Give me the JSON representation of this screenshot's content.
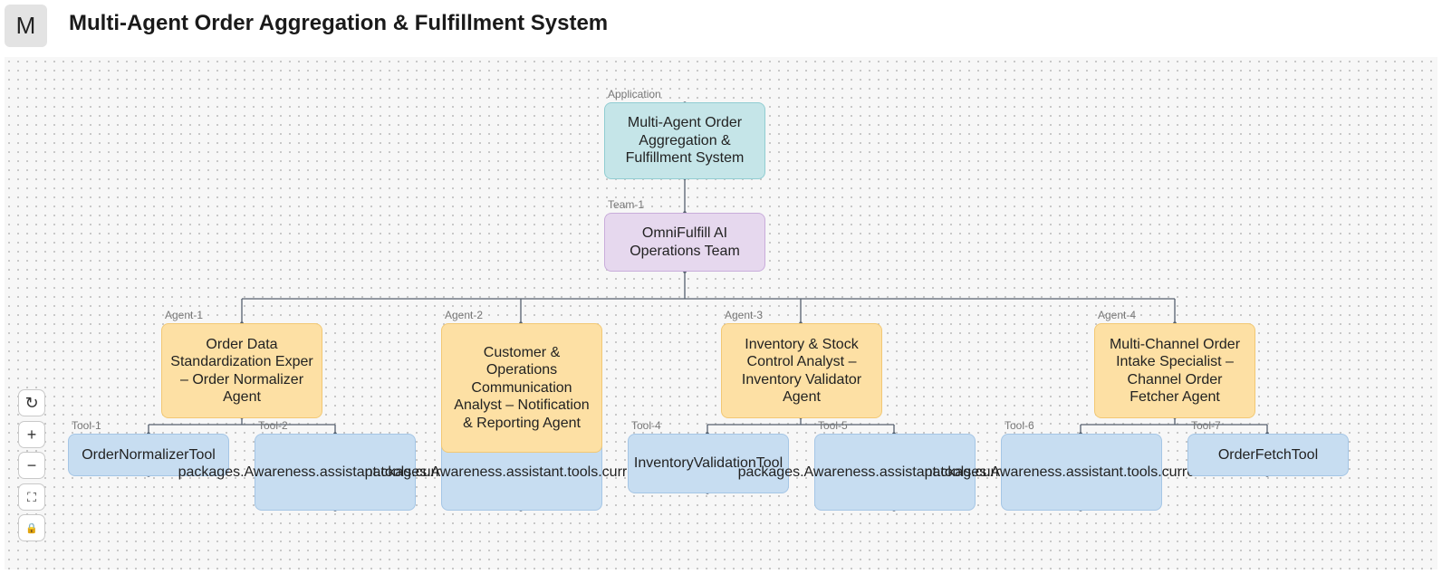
{
  "header": {
    "logo_letter": "M",
    "title": "Multi-Agent Order Aggregation & Fulfillment System"
  },
  "diagram": {
    "application": {
      "tag": "Application",
      "label": "Multi-Agent Order Aggregation & Fulfillment System"
    },
    "team": {
      "tag": "Team-1",
      "label": "OmniFulfill AI Operations Team"
    },
    "agents": [
      {
        "tag": "Agent-1",
        "label": "Order Data Standardization Exper – Order Normalizer Agent"
      },
      {
        "tag": "Agent-2",
        "label": "Customer & Operations Communication Analyst – Notification & Reporting Agent"
      },
      {
        "tag": "Agent-3",
        "label": "Inventory & Stock Control Analyst – Inventory Validator Agent"
      },
      {
        "tag": "Agent-4",
        "label": "Multi-Channel Order Intake Specialist – Channel Order Fetcher Agent"
      }
    ],
    "tools": [
      {
        "tag": "Tool-1",
        "label": "OrderNormalizerTool"
      },
      {
        "tag": "Tool-2",
        "label": "packages.Awareness.assistant.tools.currentTime"
      },
      {
        "tag": "",
        "label": "packages.Awareness.assistant.tools.currentTime"
      },
      {
        "tag": "Tool-4",
        "label": "InventoryValidationTool"
      },
      {
        "tag": "Tool-5",
        "label": "packages.Awareness.assistant.tools.currentTime"
      },
      {
        "tag": "Tool-6",
        "label": "packages.Awareness.assistant.tools.currentTime"
      },
      {
        "tag": "Tool-7",
        "label": "OrderFetchTool"
      }
    ]
  },
  "controls": [
    {
      "name": "reset-view",
      "icon": "refresh-icon",
      "glyph": "↻"
    },
    {
      "name": "zoom-in",
      "icon": "plus-icon",
      "glyph": "+"
    },
    {
      "name": "zoom-out",
      "icon": "minus-icon",
      "glyph": "−"
    },
    {
      "name": "fit-view",
      "icon": "fit-view-icon",
      "glyph": "⛶"
    },
    {
      "name": "lock",
      "icon": "lock-icon",
      "glyph": "🔒"
    }
  ],
  "colors": {
    "application": "#c5e5e8",
    "team": "#e6d8ee",
    "agent": "#fde0a4",
    "tool": "#c7ddf1",
    "edge": "#555555"
  }
}
